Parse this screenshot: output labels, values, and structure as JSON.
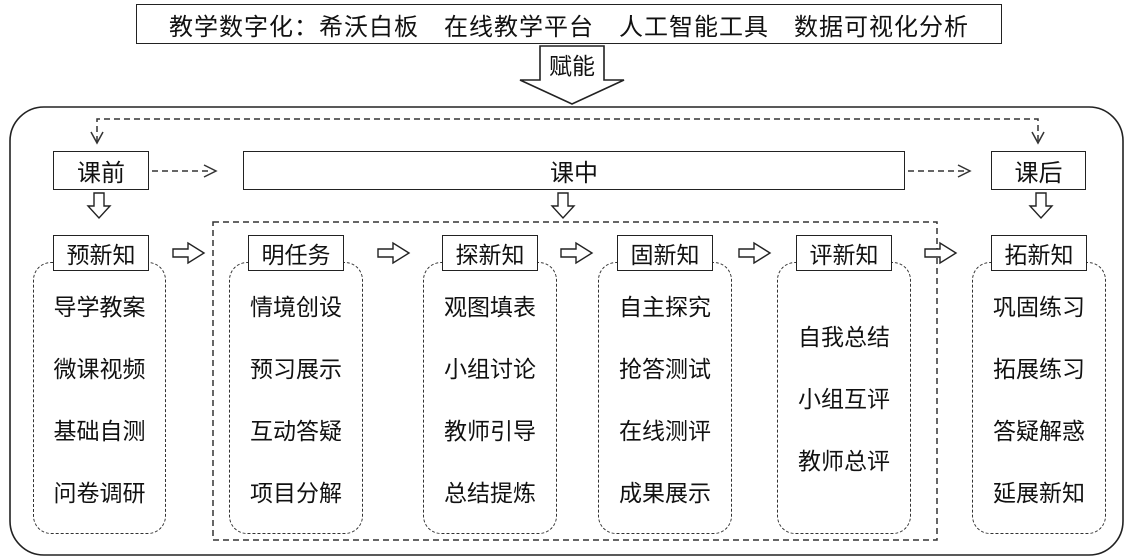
{
  "top": {
    "title": "教学数字化：希沃白板　在线教学平台　人工智能工具　数据可视化分析"
  },
  "empower": {
    "label": "赋能"
  },
  "phases": [
    {
      "id": "pre",
      "label": "课前"
    },
    {
      "id": "in",
      "label": "课中"
    },
    {
      "id": "post",
      "label": "课后"
    }
  ],
  "stages": [
    {
      "id": "preview",
      "label": "预新知",
      "items": [
        "导学教案",
        "微课视频",
        "基础自测",
        "问卷调研"
      ]
    },
    {
      "id": "task",
      "label": "明任务",
      "items": [
        "情境创设",
        "预习展示",
        "互动答疑",
        "项目分解"
      ]
    },
    {
      "id": "explore",
      "label": "探新知",
      "items": [
        "观图填表",
        "小组讨论",
        "教师引导",
        "总结提炼"
      ]
    },
    {
      "id": "consolidate",
      "label": "固新知",
      "items": [
        "自主探究",
        "抢答测试",
        "在线测评",
        "成果展示"
      ]
    },
    {
      "id": "evaluate",
      "label": "评新知",
      "items": [
        "自我总结",
        "小组互评",
        "教师总评"
      ]
    },
    {
      "id": "extend",
      "label": "拓新知",
      "items": [
        "巩固练习",
        "拓展练习",
        "答疑解惑",
        "延展新知"
      ]
    }
  ]
}
